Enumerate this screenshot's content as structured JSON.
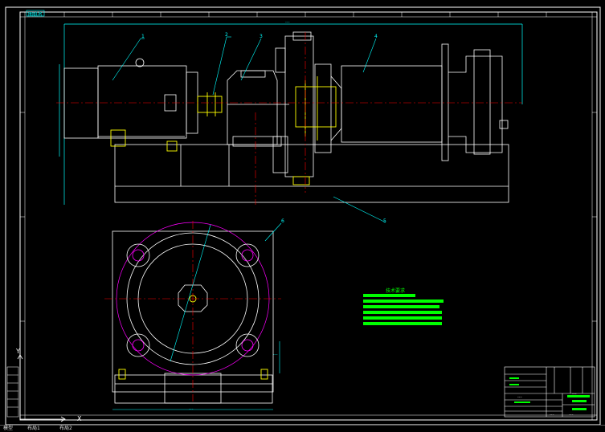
{
  "drawing": {
    "title_tag": "图纸名",
    "tech_requirements_title": "技术要求",
    "tech_lines": [
      "",
      "",
      "",
      "",
      "",
      ""
    ],
    "part_labels": [
      "1",
      "2",
      "3",
      "4",
      "5",
      "6"
    ],
    "dimension_overall": "...",
    "dimension_bottom": "...",
    "dimension_side": "..."
  },
  "title_block": {
    "name": "...",
    "drawing_no": "...",
    "scale": "...",
    "sheet": "..."
  },
  "axis": {
    "y_label": "Y",
    "x_label": "X"
  },
  "layout_tabs": [
    {
      "label": "模型"
    },
    {
      "label": "布局1"
    },
    {
      "label": "布局2"
    }
  ],
  "colors": {
    "background": "#000000",
    "frame": "#ffffff",
    "cyan": "#00ffff",
    "yellow": "#ffff00",
    "red": "#ff0000",
    "magenta": "#ff00ff",
    "green": "#00ff00"
  }
}
